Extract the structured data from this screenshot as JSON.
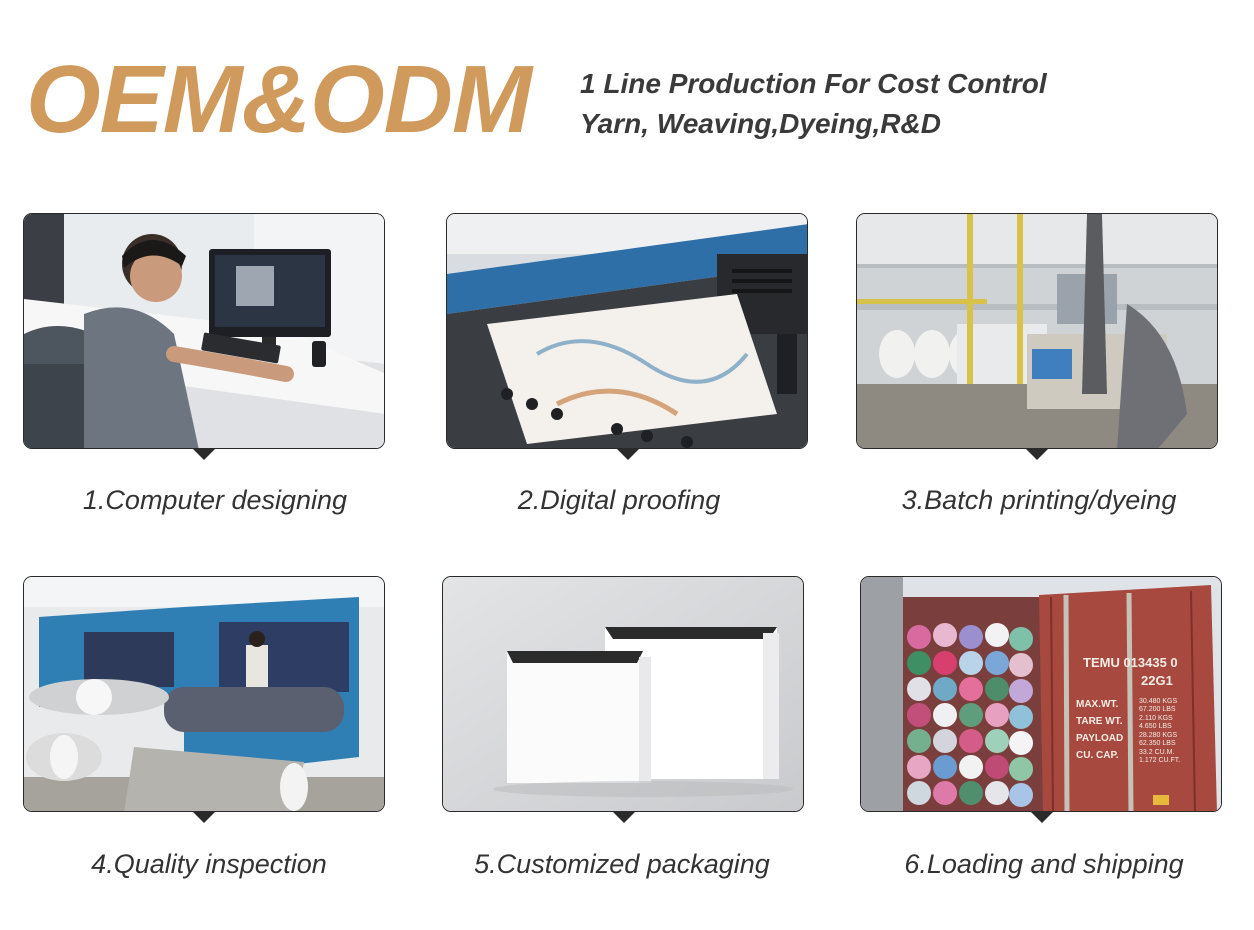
{
  "header": {
    "brand": "OEM&ODM",
    "tagline_line1": "1 Line Production For Cost Control",
    "tagline_line2": "Yarn, Weaving,Dyeing,R&D"
  },
  "colors": {
    "brand": "#d09a5c",
    "tagline": "#3a3a3a",
    "caption": "#333333",
    "card_border": "#2a2a2a"
  },
  "steps": [
    {
      "caption": "1.Computer designing"
    },
    {
      "caption": "2.Digital proofing"
    },
    {
      "caption": "3.Batch printing/dyeing"
    },
    {
      "caption": "4.Quality inspection"
    },
    {
      "caption": "5.Customized packaging"
    },
    {
      "caption": "6.Loading and shipping"
    }
  ],
  "container": {
    "line1": "TEMU 013435 0",
    "line2": "22G1",
    "rows": [
      {
        "label": "MAX.WT.",
        "value1": "30.480 KGS",
        "value2": "67.200 LBS"
      },
      {
        "label": "TARE WT.",
        "value1": "2.110 KGS",
        "value2": "4.650 LBS"
      },
      {
        "label": "PAYLOAD",
        "value1": "28.280 KGS",
        "value2": "62.350 LBS"
      },
      {
        "label": "CU. CAP.",
        "value1": "33.2 CU.M.",
        "value2": "1.172 CU.FT."
      }
    ]
  }
}
